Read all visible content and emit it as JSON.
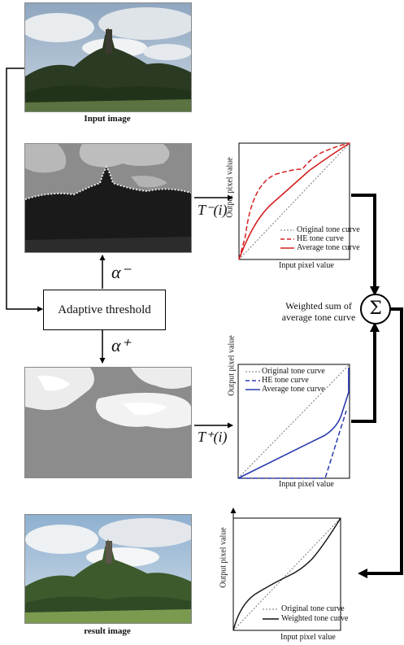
{
  "captions": {
    "input_image": "Input image",
    "result_image": "result image"
  },
  "threshold_box": {
    "label": "Adaptive threshold"
  },
  "symbols": {
    "alpha_minus": "α⁻",
    "alpha_plus": "α⁺",
    "t_minus": "T⁻(i)",
    "t_plus": "T⁺(i)",
    "sigma": "Σ"
  },
  "weighted_sum_label": [
    "Weighted sum of",
    "average tone curve"
  ],
  "charts": {
    "top": {
      "ylabel": "Output pixel value",
      "xlabel": "Input pixel value",
      "legend": [
        "Original tone curve",
        "HE tone curve",
        "Average tone curve"
      ],
      "colors": {
        "he": "#d42020",
        "avg": "#d42020",
        "orig": "#777777"
      }
    },
    "middle": {
      "ylabel": "Output pixel value",
      "xlabel": "Input pixel value",
      "legend": [
        "Original tone curve",
        "HE tone curve",
        "Average tone curve"
      ],
      "colors": {
        "he": "#2a3cae",
        "avg": "#2a3cae",
        "orig": "#777777"
      }
    },
    "bottom": {
      "ylabel": "Output pixel value",
      "xlabel": "Input pixel value",
      "legend": [
        "Original tone curve",
        "Weighted tone curve"
      ],
      "colors": {
        "weighted": "#111111",
        "orig": "#777777"
      }
    }
  }
}
